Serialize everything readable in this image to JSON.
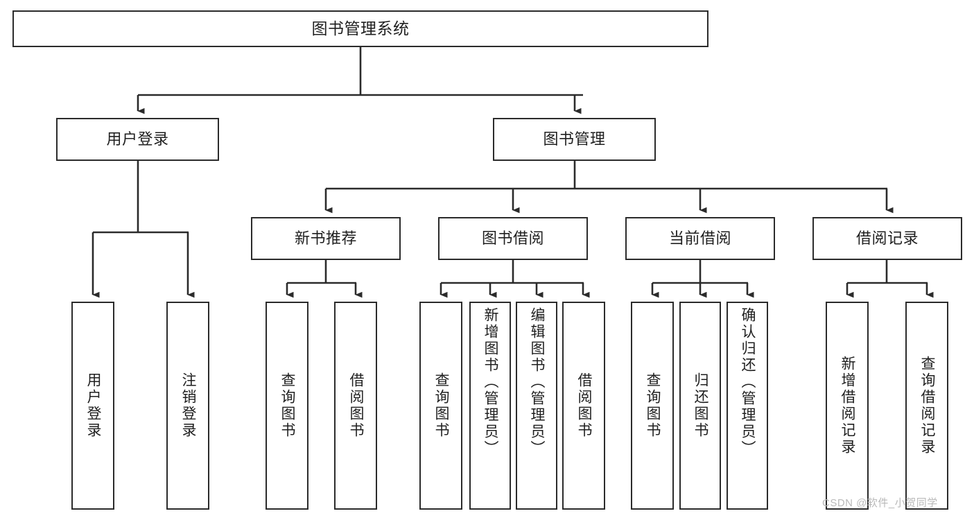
{
  "diagram": {
    "kind": "tree",
    "title": "图书管理系统",
    "watermark": "CSDN @软件_小贺同学",
    "colors": {
      "box_border": "#2b2b2b",
      "box_fill": "#ffffff",
      "edge": "#2b2b2b",
      "text": "#1f1f1f",
      "watermark": "#b9b9b9"
    },
    "levels": {
      "level1": [
        {
          "id": "root",
          "label": "图书管理系统"
        }
      ],
      "level2": [
        {
          "id": "login",
          "label": "用户登录"
        },
        {
          "id": "bookmgmt",
          "label": "图书管理"
        }
      ],
      "level3": [
        {
          "id": "newbook",
          "label": "新书推荐"
        },
        {
          "id": "borrow",
          "label": "图书借阅"
        },
        {
          "id": "current",
          "label": "当前借阅"
        },
        {
          "id": "records",
          "label": "借阅记录"
        }
      ],
      "leaves": {
        "login": [
          {
            "id": "user-login",
            "label": "用户登录"
          },
          {
            "id": "user-logout",
            "label": "注销登录"
          }
        ],
        "newbook": [
          {
            "id": "query-book-1",
            "label": "查询图书"
          },
          {
            "id": "borrow-book-1",
            "label": "借阅图书"
          }
        ],
        "borrow": [
          {
            "id": "query-book-2",
            "label": "查询图书"
          },
          {
            "id": "add-book",
            "label": "新增图书（管理员）"
          },
          {
            "id": "edit-book",
            "label": "编辑图书（管理员）"
          },
          {
            "id": "borrow-book-2",
            "label": "借阅图书"
          }
        ],
        "current": [
          {
            "id": "query-book-3",
            "label": "查询图书"
          },
          {
            "id": "return-book",
            "label": "归还图书"
          },
          {
            "id": "confirm-return",
            "label": "确认归还（管理员）"
          }
        ],
        "records": [
          {
            "id": "add-record",
            "label": "新增借阅记录"
          },
          {
            "id": "query-record",
            "label": "查询借阅记录"
          }
        ]
      }
    }
  }
}
